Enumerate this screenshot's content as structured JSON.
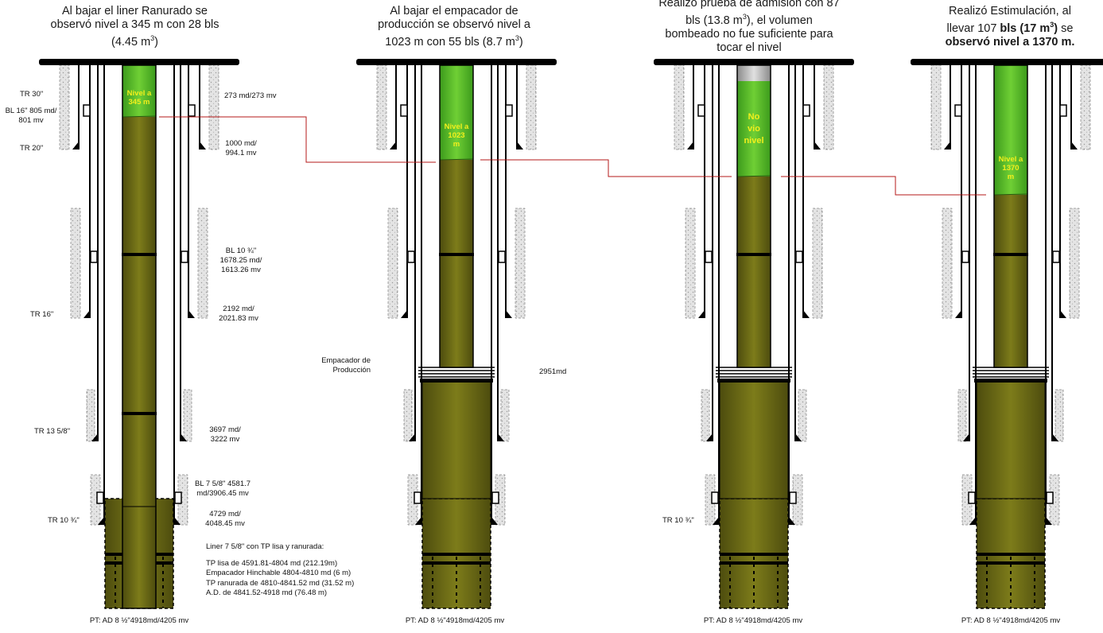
{
  "panels": [
    {
      "title_parts": [
        "Al bajar el liner Ranurado se observó nivel a 345 m con 28 bls (4.45 m",
        "3",
        ")"
      ],
      "level_label": [
        "Nivel a",
        "345 m"
      ],
      "bottom_label": "PT: AD 8 ½\"4918md/4205 mv"
    },
    {
      "title_parts": [
        "Al bajar el empacador de producción se observó nivel a 1023 m con 55 bls (8.7 m",
        "3",
        ")"
      ],
      "level_label": [
        "Nivel a",
        "1023",
        "m"
      ],
      "bottom_label": "PT: AD 8 ½\"4918md/4205 mv"
    },
    {
      "title_parts": [
        "Realizó prueba de admisión con 87 bls (13.8 m",
        "3",
        "), el volumen bombeado no fue suficiente para tocar el nivel"
      ],
      "level_label": [
        "No",
        "vio",
        "nivel"
      ],
      "bottom_label": "PT: AD 8 ½\"4918md/4205 mv"
    },
    {
      "title_parts": [
        "Realizó Estimulación, al llevar 107 ",
        "bls (17 m",
        "3",
        ")",
        " se ",
        "observó nivel a 1370 m."
      ],
      "level_label": [
        "Nivel a",
        "1370",
        "m"
      ],
      "bottom_label": "PT: AD 8 ½\"4918md/4205 mv"
    }
  ],
  "left_labels": {
    "tr30": "TR 30\"",
    "bl16_a": "BL 16\" 805 md/",
    "bl16_b": "801 mv",
    "tr20": "TR 20\"",
    "tr16": "TR 16\"",
    "tr13": "TR 13 5/8\"",
    "tr10": "TR 10 ¾\"",
    "tr10_p3": "TR 10 ¾\""
  },
  "right_labels": {
    "d273": "273 md/273 mv",
    "d1000_a": "1000  md/",
    "d1000_b": "994.1 mv",
    "bl10_a": "BL 10 ¾\"",
    "bl10_b": "1678.25 md/",
    "bl10_c": "1613.26 mv",
    "d2192_a": "2192  md/",
    "d2192_b": "2021.83 mv",
    "d3697_a": "3697  md/",
    "d3697_b": "3222 mv",
    "bl7_a": "BL 7 5/8\" 4581.7",
    "bl7_b": "md/3906.45 mv",
    "d4729_a": "4729  md/",
    "d4729_b": "4048.45 mv"
  },
  "liner_notes": {
    "heading": "Liner 7 5/8\" con TP lisa y ranurada:",
    "line1": "TP lisa de 4591.81-4804 md (212.19m)",
    "line2": "Empacador Hinchable 4804-4810 md (6 m)",
    "line3": "TP ranurada de 4810-4841.52 md (31.52 m)",
    "line4": "A.D. de 4841.52-4918 md (76.48 m)"
  },
  "packer": {
    "label_a": "Empacador de",
    "label_b": "Producción",
    "depth": "2951md"
  },
  "colors": {
    "fluid_dark": "#5b5a12",
    "fluid_mid": "#8a8a1c",
    "gas_green": "#3f9a1e",
    "gas_light": "#66c631",
    "level_text": "#f2ef1c",
    "level_line": "#b51a1a",
    "cement": "#d8d8d8",
    "steel": "#000000"
  }
}
